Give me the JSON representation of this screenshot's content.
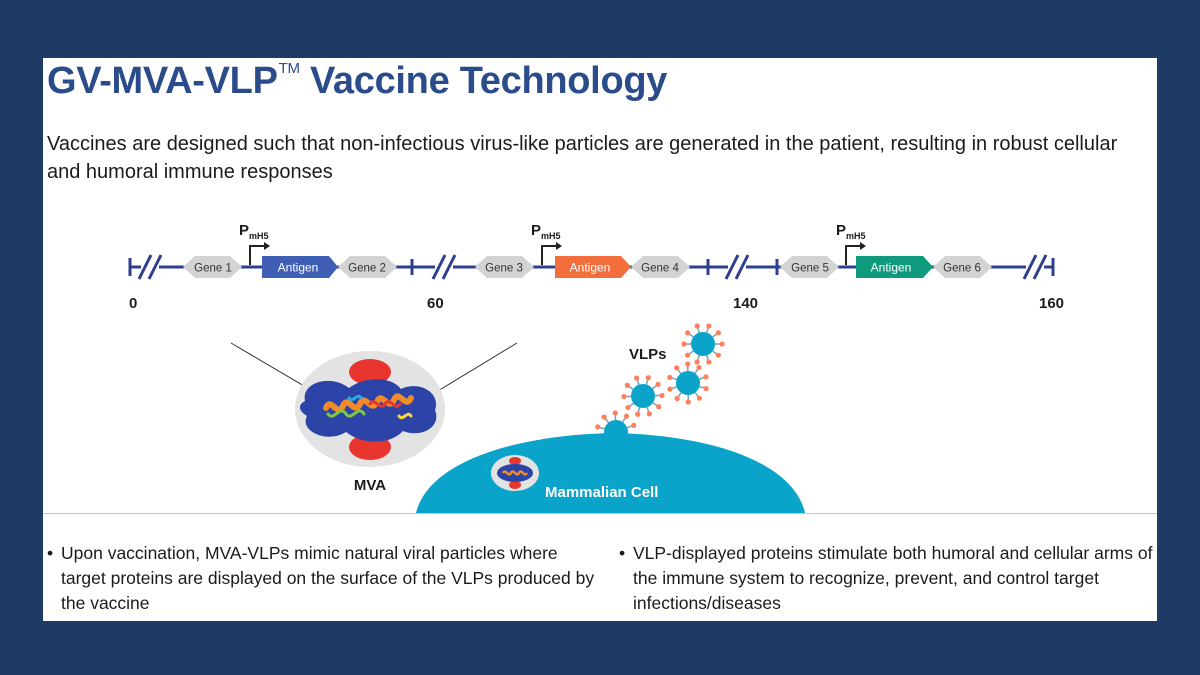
{
  "slide": {
    "title": "GV-MVA-VLP",
    "trademark": "TM",
    "title_rest": " Vaccine Technology",
    "subtitle": "Vaccines are designed such that non-infectious virus-like particles are generated in the patient, resulting in robust cellular and humoral immune responses"
  },
  "genome": {
    "promoter_main": "P",
    "promoter_sub": "mH5",
    "genes": [
      "Gene 1",
      "Gene 2",
      "Gene 3",
      "Gene 4",
      "Gene 5",
      "Gene 6"
    ],
    "antigen_label": "Antigen",
    "antigen_colors": [
      "#3f5fb5",
      "#f26f3d",
      "#0f9a7e"
    ],
    "positions": [
      "0",
      "60",
      "140",
      "160"
    ]
  },
  "labels": {
    "vlps": "VLPs",
    "mva": "MVA",
    "mammalian_cell": "Mammalian Cell"
  },
  "bullets": {
    "left": "Upon vaccination, MVA-VLPs mimic natural viral particles where target proteins are displayed on the surface of the VLPs produced by the vaccine",
    "right": "VLP-displayed proteins stimulate both humoral and cellular arms of the immune system to recognize, prevent, and control target infections/diseases"
  },
  "colors": {
    "title": "#2a4c8a",
    "backbone": "#2e3f8f",
    "gene": "#d3d3d3",
    "cell": "#0aa3c9",
    "mva_body": "#2c44a8",
    "mva_red": "#e8362e",
    "spike": "#ff7f5a"
  }
}
